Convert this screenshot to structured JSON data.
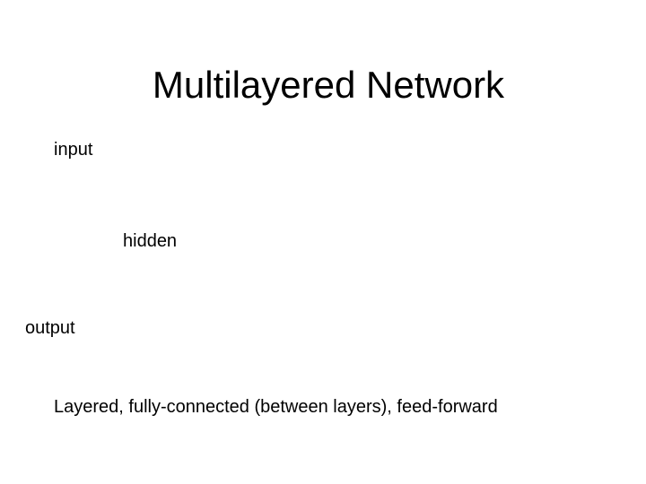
{
  "slide": {
    "title": "Multilayered Network",
    "background_color": "#ffffff",
    "text_color": "#000000"
  },
  "diagram": {
    "name": "multilayered-neural-network",
    "labels": [
      {
        "key": "input",
        "text": "input"
      },
      {
        "key": "hidden",
        "text": "hidden"
      },
      {
        "key": "output",
        "text": "output"
      }
    ]
  },
  "caption": {
    "text": "Layered, fully-connected (between layers), feed-forward"
  }
}
